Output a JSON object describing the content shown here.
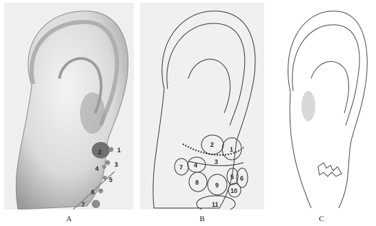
{
  "panels": [
    {
      "label": "A",
      "markers": [
        "1",
        "2",
        "3",
        "4",
        "5",
        "6",
        "7"
      ]
    },
    {
      "label": "B",
      "regions": [
        "1",
        "2",
        "3",
        "4",
        "5",
        "6",
        "7",
        "8",
        "9",
        "10",
        "11"
      ]
    },
    {
      "label": "C"
    }
  ]
}
